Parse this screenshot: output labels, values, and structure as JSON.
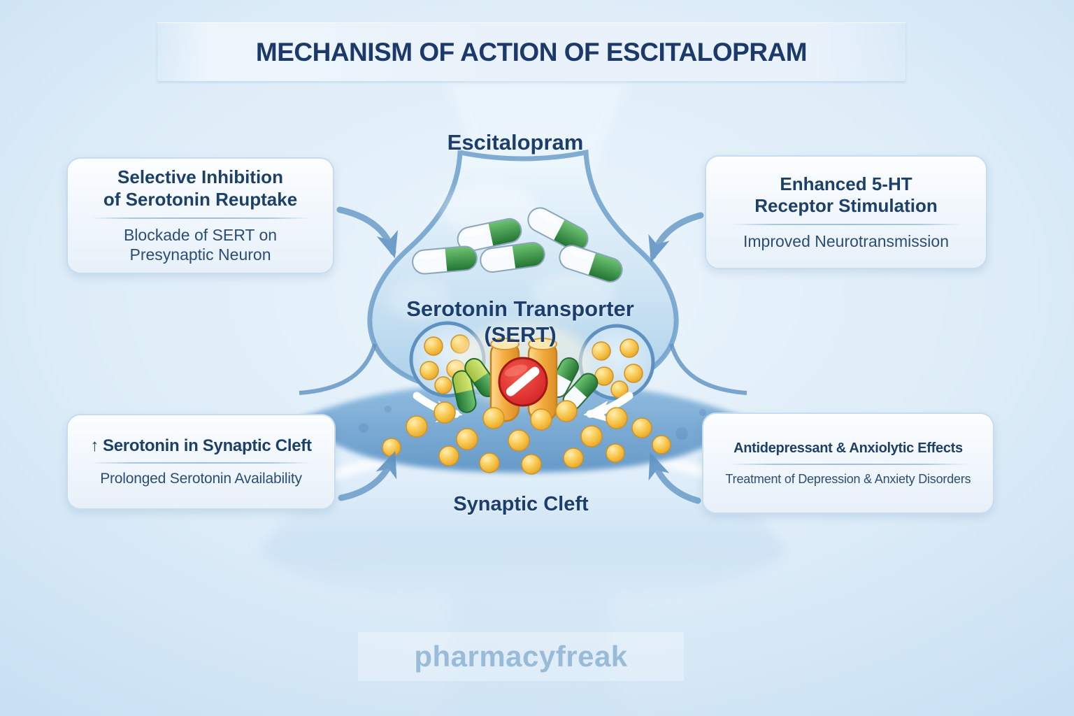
{
  "header": {
    "title": "MECHANISM OF ACTION OF ESCITALOPRAM"
  },
  "synapse": {
    "drug_label": "Escitalopram",
    "transporter_label_line1": "Serotonin Transporter",
    "transporter_label_line2": "(SERT)",
    "cleft_label": "Synaptic Cleft"
  },
  "boxes": {
    "top_left": {
      "title_lines": [
        "Selective Inhibition",
        "of Serotonin Reuptake"
      ],
      "subtitle_lines": [
        "Blockade of SERT on",
        "Presynaptic Neuron"
      ]
    },
    "top_right": {
      "title_lines": [
        "Enhanced 5-HT",
        "Receptor Stimulation"
      ],
      "subtitle_lines": [
        "Improved Neurotransmission"
      ]
    },
    "bottom_left": {
      "title_lines": [
        "Serotonin in Synaptic Cleft"
      ],
      "subtitle_lines": [
        "Prolonged Serotonin Availability"
      ]
    },
    "bottom_right": {
      "title_lines": [
        "Antidepressant & Anxiolytic Effects"
      ],
      "subtitle_lines": [
        "Treatment of Depression & Anxiety Disorders"
      ]
    }
  },
  "icons": {
    "up_arrow": "↑",
    "blocked_icon": "red-prohibition-sign",
    "capsule_icon": "green-white-capsule",
    "serotonin_dot_icon": "yellow-serotonin-molecule",
    "connector_arrow_icon": "curved-blue-arrow"
  },
  "footer": {
    "watermark": "pharmacyfreak"
  },
  "colors": {
    "title_navy": "#1b3a6b",
    "heading_navy": "#1c4068",
    "background_blue": "#cfe3f4",
    "box_border": "#c7dcee",
    "arrow_blue": "#6f9fca",
    "capsule_green": "#2e8039",
    "serotonin_yellow": "#f6c244",
    "transporter_orange": "#f0a93c",
    "blocked_red": "#d93030",
    "watermark_blue": "#7ea8cd"
  }
}
